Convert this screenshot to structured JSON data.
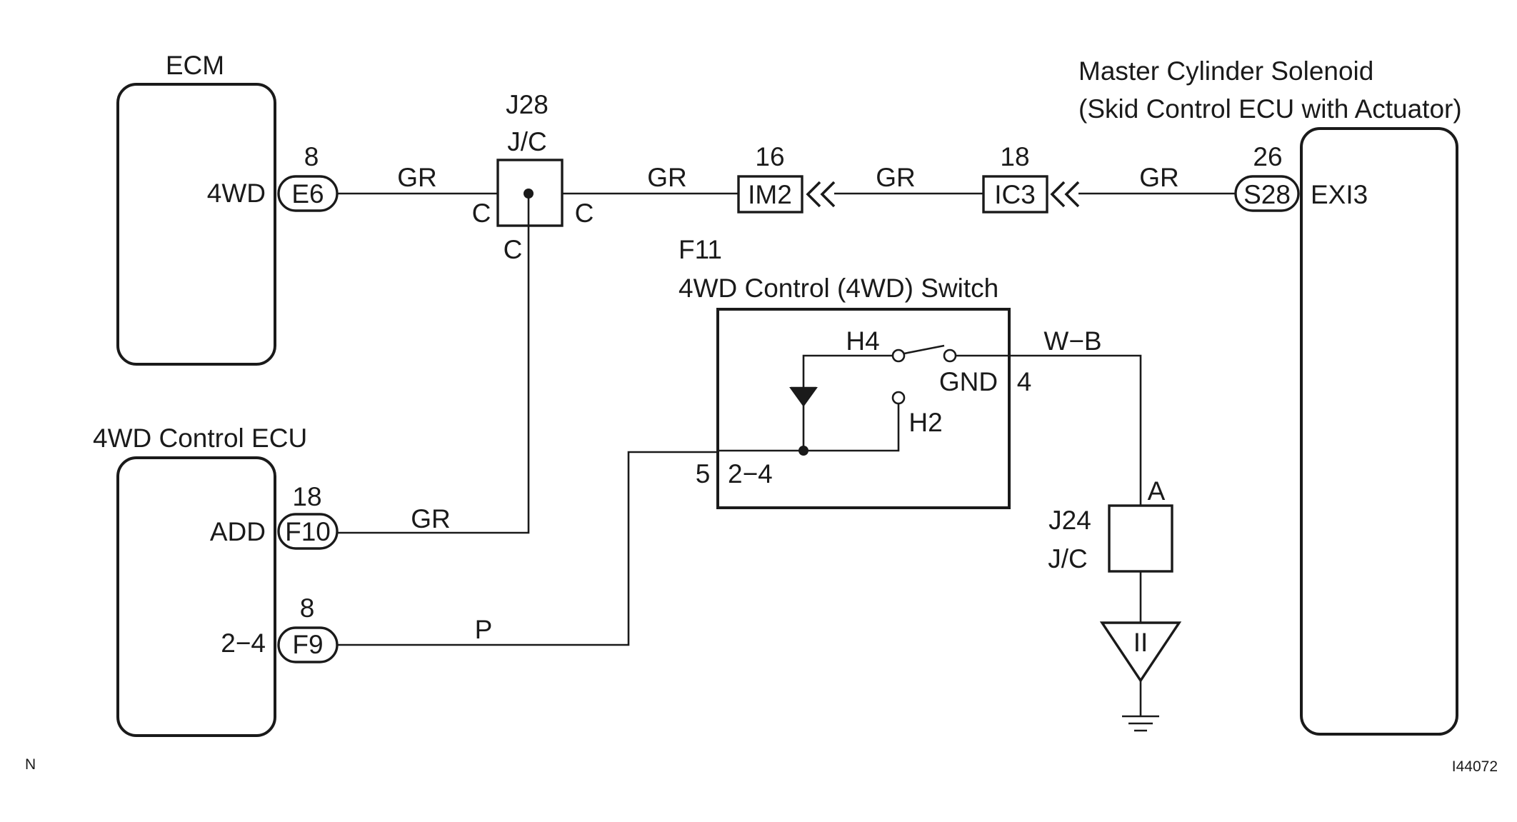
{
  "components": {
    "ecm": {
      "title": "ECM",
      "pin_label": "4WD"
    },
    "control_ecu": {
      "title": "4WD Control ECU",
      "pin_add": "ADD",
      "pin_24": "2−4"
    },
    "master_cylinder": {
      "title_line1": "Master Cylinder Solenoid",
      "title_line2": "(Skid Control ECU with Actuator)",
      "pin_label": "EXI3"
    },
    "switch": {
      "code": "F11",
      "title": "4WD Control (4WD) Switch",
      "h4": "H4",
      "h2": "H2",
      "gnd": "GND",
      "gnd_pin": "4",
      "pin_5": "5",
      "pin_24": "2−4"
    },
    "j28": {
      "code": "J28",
      "type": "J/C",
      "left": "C",
      "right": "C",
      "bottom": "C"
    },
    "j24": {
      "code": "J24",
      "type": "J/C",
      "top": "A"
    },
    "ground_symbol": "II"
  },
  "connectors": {
    "e6": {
      "pin": "8",
      "label": "E6"
    },
    "f10": {
      "pin": "18",
      "label": "F10"
    },
    "f9": {
      "pin": "8",
      "label": "F9"
    },
    "im2": {
      "pin": "16",
      "label": "IM2"
    },
    "ic3": {
      "pin": "18",
      "label": "IC3"
    },
    "s28": {
      "pin": "26",
      "label": "S28"
    }
  },
  "wires": {
    "ecm_j28": "GR",
    "j28_im2": "GR",
    "im2_ic3": "GR",
    "ic3_s28": "GR",
    "j28_f10": "GR",
    "f9_switch": "P",
    "gnd_j24": "W−B"
  },
  "footer": {
    "left": "N",
    "right": "I44072"
  }
}
